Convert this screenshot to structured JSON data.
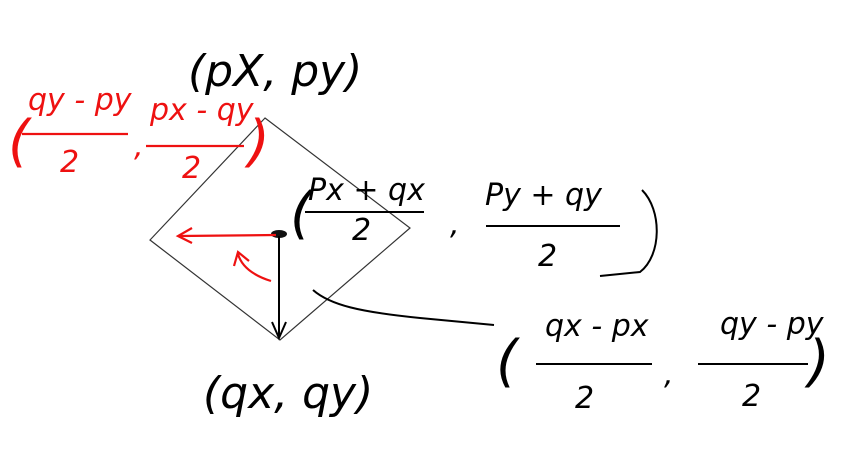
{
  "colors": {
    "ink": "#000000",
    "accent": "#ee1111",
    "square": "#333333"
  },
  "labels": {
    "p_point": "(pX, py)",
    "q_point": "(qx, qy)",
    "midpoint": {
      "x_num": "Px + qx",
      "x_den": "2",
      "y_num": "Py + qy",
      "y_den": "2"
    },
    "lower_vector": {
      "x_num": "qx - px",
      "x_den": "2",
      "y_num": "qy - py",
      "y_den": "2"
    },
    "rotated_vector": {
      "x_num": "qy - py",
      "x_den": "2",
      "y_num": "px - qy",
      "y_den": "2"
    },
    "comma": ","
  }
}
